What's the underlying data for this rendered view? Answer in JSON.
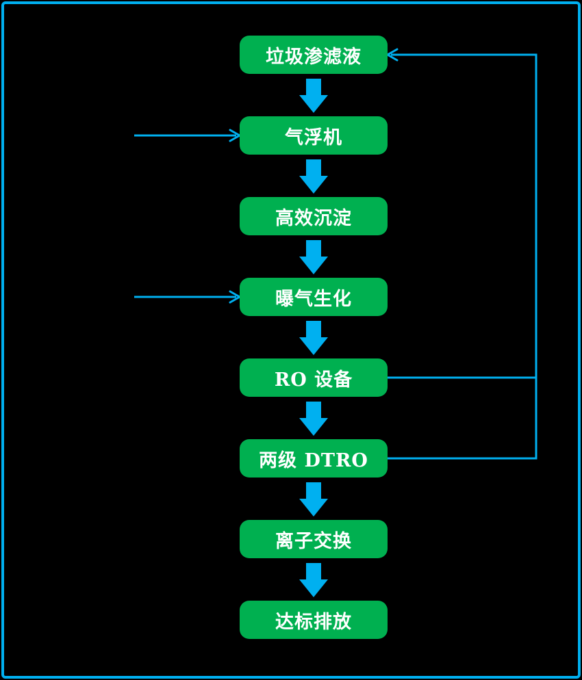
{
  "diagram": {
    "type": "flowchart",
    "background": "#000000",
    "colors": {
      "node_fill": "#00B050",
      "arrow_blue": "#00B0F0",
      "frame_blue": "#00B0F0",
      "text": "#ffffff"
    },
    "nodes": [
      {
        "id": "landfill-leachate",
        "label": "垃圾渗滤液"
      },
      {
        "id": "air-flotation",
        "label": "气浮机"
      },
      {
        "id": "high-efficiency-sedimentation",
        "label": "高效沉淀"
      },
      {
        "id": "aeration-biochemical",
        "label": "曝气生化"
      },
      {
        "id": "ro-equipment",
        "label": "RO 设备"
      },
      {
        "id": "two-stage-dtro",
        "label": "两级 DTRO"
      },
      {
        "id": "ion-exchange",
        "label": "离子交换"
      },
      {
        "id": "standard-discharge",
        "label": "达标排放"
      }
    ],
    "edges": [
      {
        "from": "垃圾渗滤液",
        "to": "气浮机",
        "style": "block-arrow-down"
      },
      {
        "from": "气浮机",
        "to": "高效沉淀",
        "style": "block-arrow-down"
      },
      {
        "from": "高效沉淀",
        "to": "曝气生化",
        "style": "block-arrow-down"
      },
      {
        "from": "曝气生化",
        "to": "RO 设备",
        "style": "block-arrow-down"
      },
      {
        "from": "RO 设备",
        "to": "两级 DTRO",
        "style": "block-arrow-down"
      },
      {
        "from": "两级 DTRO",
        "to": "离子交换",
        "style": "block-arrow-down"
      },
      {
        "from": "离子交换",
        "to": "达标排放",
        "style": "block-arrow-down"
      },
      {
        "from": "external-left",
        "to": "气浮机",
        "style": "thin-arrow-right"
      },
      {
        "from": "external-left",
        "to": "曝气生化",
        "style": "thin-arrow-right"
      },
      {
        "from": "RO 设备",
        "to": "垃圾渗滤液",
        "style": "thin-feedback-right-up"
      },
      {
        "from": "两级 DTRO",
        "to": "垃圾渗滤液",
        "style": "thin-feedback-right-up"
      }
    ]
  }
}
